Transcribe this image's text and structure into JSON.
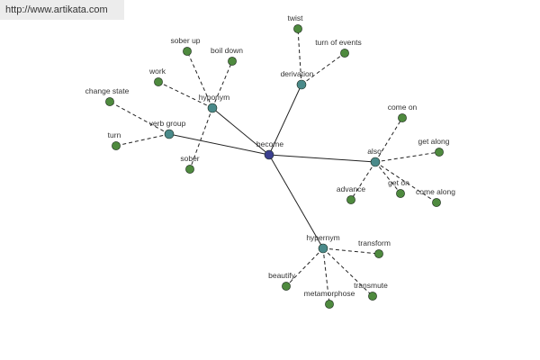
{
  "watermark": "http://www.artikata.com",
  "colors": {
    "root_node": "#3b3f8f",
    "relation_node": "#4a8a8a",
    "word_node": "#4e8a3e",
    "edge": "#222222",
    "watermark_bg": "#ececec"
  },
  "root": "become",
  "relations": [
    {
      "id": "rel-hyponym",
      "label": "hyponym",
      "words": [
        "sober up",
        "boil down",
        "work",
        "sober"
      ]
    },
    {
      "id": "rel-derivation",
      "label": "derivation",
      "words": [
        "twist",
        "turn of events"
      ]
    },
    {
      "id": "rel-verb-group",
      "label": "verb group",
      "words": [
        "change state",
        "turn"
      ]
    },
    {
      "id": "rel-also",
      "label": "also",
      "words": [
        "come on",
        "get along",
        "advance",
        "get on",
        "come along"
      ]
    },
    {
      "id": "rel-hypernym",
      "label": "hypernym",
      "words": [
        "transform",
        "beautify",
        "metamorphose",
        "transmute"
      ]
    }
  ]
}
